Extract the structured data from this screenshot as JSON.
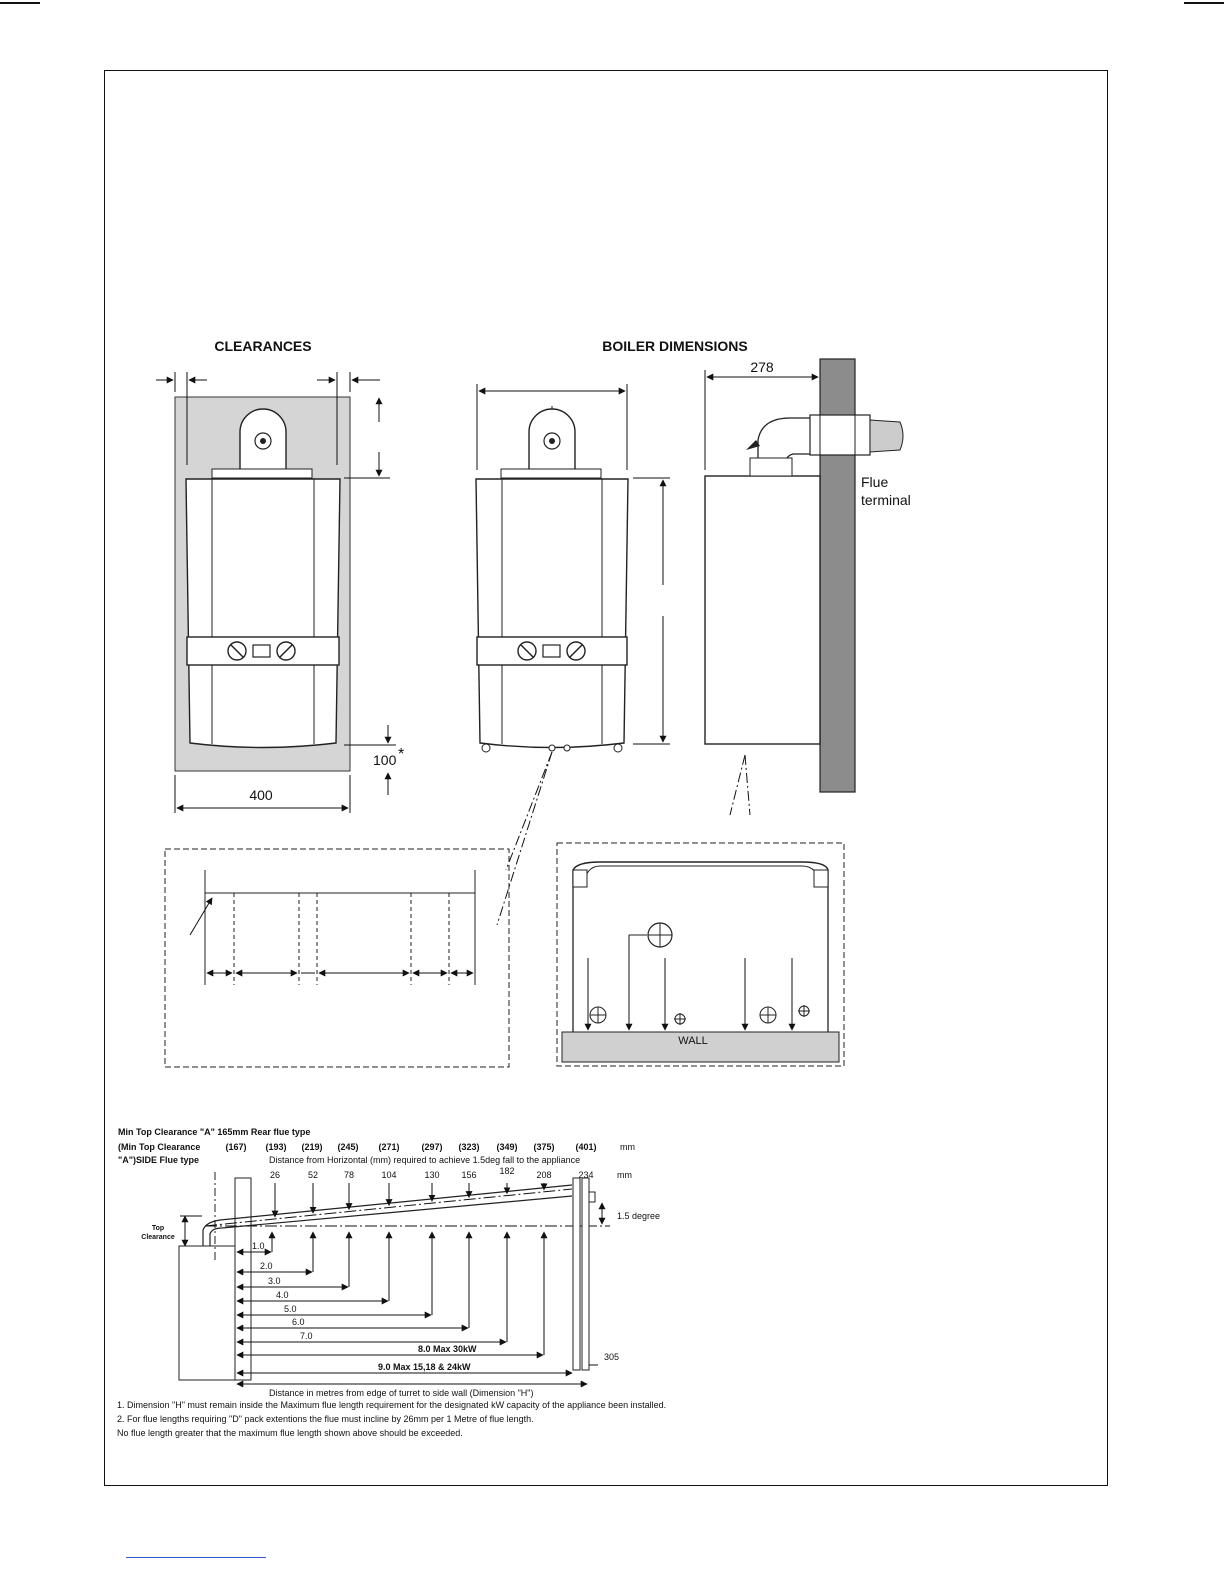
{
  "headings": {
    "clearances": "CLEARANCES",
    "boiler_dimensions": "BOILER DIMENSIONS"
  },
  "dimensions": {
    "width_400": "400",
    "bottom_100": "100",
    "bottom_asterisk": "*",
    "depth_278": "278",
    "flue_terminal_line1": "Flue",
    "flue_terminal_line2": "terminal"
  },
  "wall_label": "WALL",
  "flue_chart": {
    "row1_label": "Min Top Clearance \"A\" 165mm Rear flue type",
    "row2_label": "(Min Top Clearance",
    "row3_label": "\"A\")SIDE Flue type",
    "top_clearances": [
      "(167)",
      "(193)",
      "(219)",
      "(245)",
      "(271)",
      "(297)",
      "(323)",
      "(349)",
      "(375)",
      "(401)"
    ],
    "top_unit": "mm",
    "distance_caption": "Distance from Horizontal (mm) required to achieve 1.5deg fall to the appliance",
    "rise_values": [
      "26",
      "52",
      "78",
      "104",
      "130",
      "156",
      "182",
      "208",
      "234"
    ],
    "rise_unit": "mm",
    "angle_label": "1.5 degree",
    "top_clearance_label_1": "Top",
    "top_clearance_label_2": "Clearance",
    "lengths": [
      "1.0",
      "2.0",
      "3.0",
      "4.0",
      "5.0",
      "6.0",
      "7.0",
      "8.0  Max 30kW",
      "9.0   Max 15,18 & 24kW"
    ],
    "dim_305": "305",
    "axis_caption": "Distance in metres from edge of turret to side wall (Dimension \"H\")"
  },
  "notes": [
    "1. Dimension \"H\" must remain inside the Maximum flue length requirement for the designated kW capacity of the appliance been installed.",
    "2. For flue lengths requiring \"D\" pack extentions the flue must incline by 26mm per 1 Metre of flue length.",
    "No flue length greater that the maximum flue length shown above should be exceeded."
  ]
}
